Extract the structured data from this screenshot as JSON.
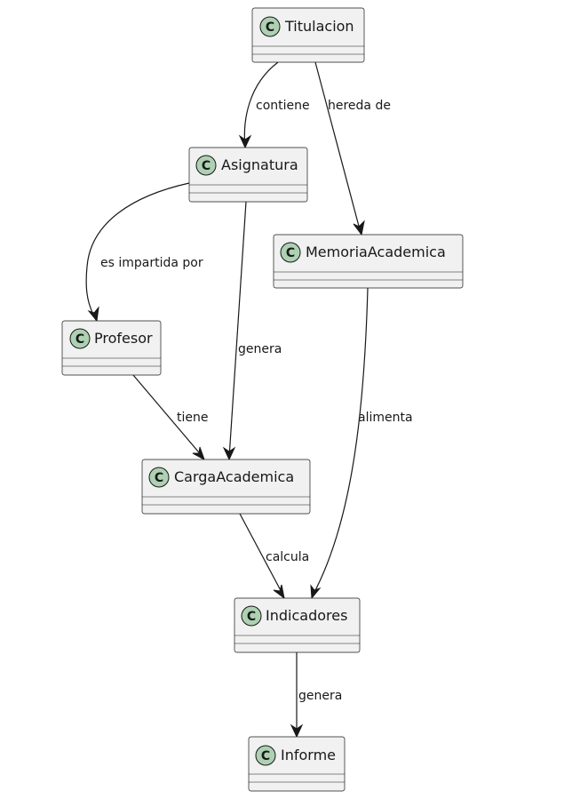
{
  "diagram": {
    "classes": {
      "titulacion": {
        "stereotype": "C",
        "name": "Titulacion"
      },
      "asignatura": {
        "stereotype": "C",
        "name": "Asignatura"
      },
      "memoria": {
        "stereotype": "C",
        "name": "MemoriaAcademica"
      },
      "profesor": {
        "stereotype": "C",
        "name": "Profesor"
      },
      "carga": {
        "stereotype": "C",
        "name": "CargaAcademica"
      },
      "indicadores": {
        "stereotype": "C",
        "name": "Indicadores"
      },
      "informe": {
        "stereotype": "C",
        "name": "Informe"
      }
    },
    "relations": {
      "titulacion_asignatura": {
        "from": "Titulacion",
        "to": "Asignatura",
        "label": "contiene"
      },
      "titulacion_memoria": {
        "from": "Titulacion",
        "to": "MemoriaAcademica",
        "label": "hereda de"
      },
      "asignatura_profesor": {
        "from": "Asignatura",
        "to": "Profesor",
        "label": "es impartida por"
      },
      "asignatura_carga": {
        "from": "Asignatura",
        "to": "CargaAcademica",
        "label": "genera"
      },
      "profesor_carga": {
        "from": "Profesor",
        "to": "CargaAcademica",
        "label": "tiene"
      },
      "memoria_indicadores": {
        "from": "MemoriaAcademica",
        "to": "Indicadores",
        "label": "alimenta"
      },
      "carga_indicadores": {
        "from": "CargaAcademica",
        "to": "Indicadores",
        "label": "calcula"
      },
      "indicadores_informe": {
        "from": "Indicadores",
        "to": "Informe",
        "label": "genera"
      }
    },
    "colors": {
      "class_fill": "#f1f1f1",
      "class_border": "#181818",
      "stereotype_circle": "#add1b2",
      "line": "#181818"
    }
  }
}
